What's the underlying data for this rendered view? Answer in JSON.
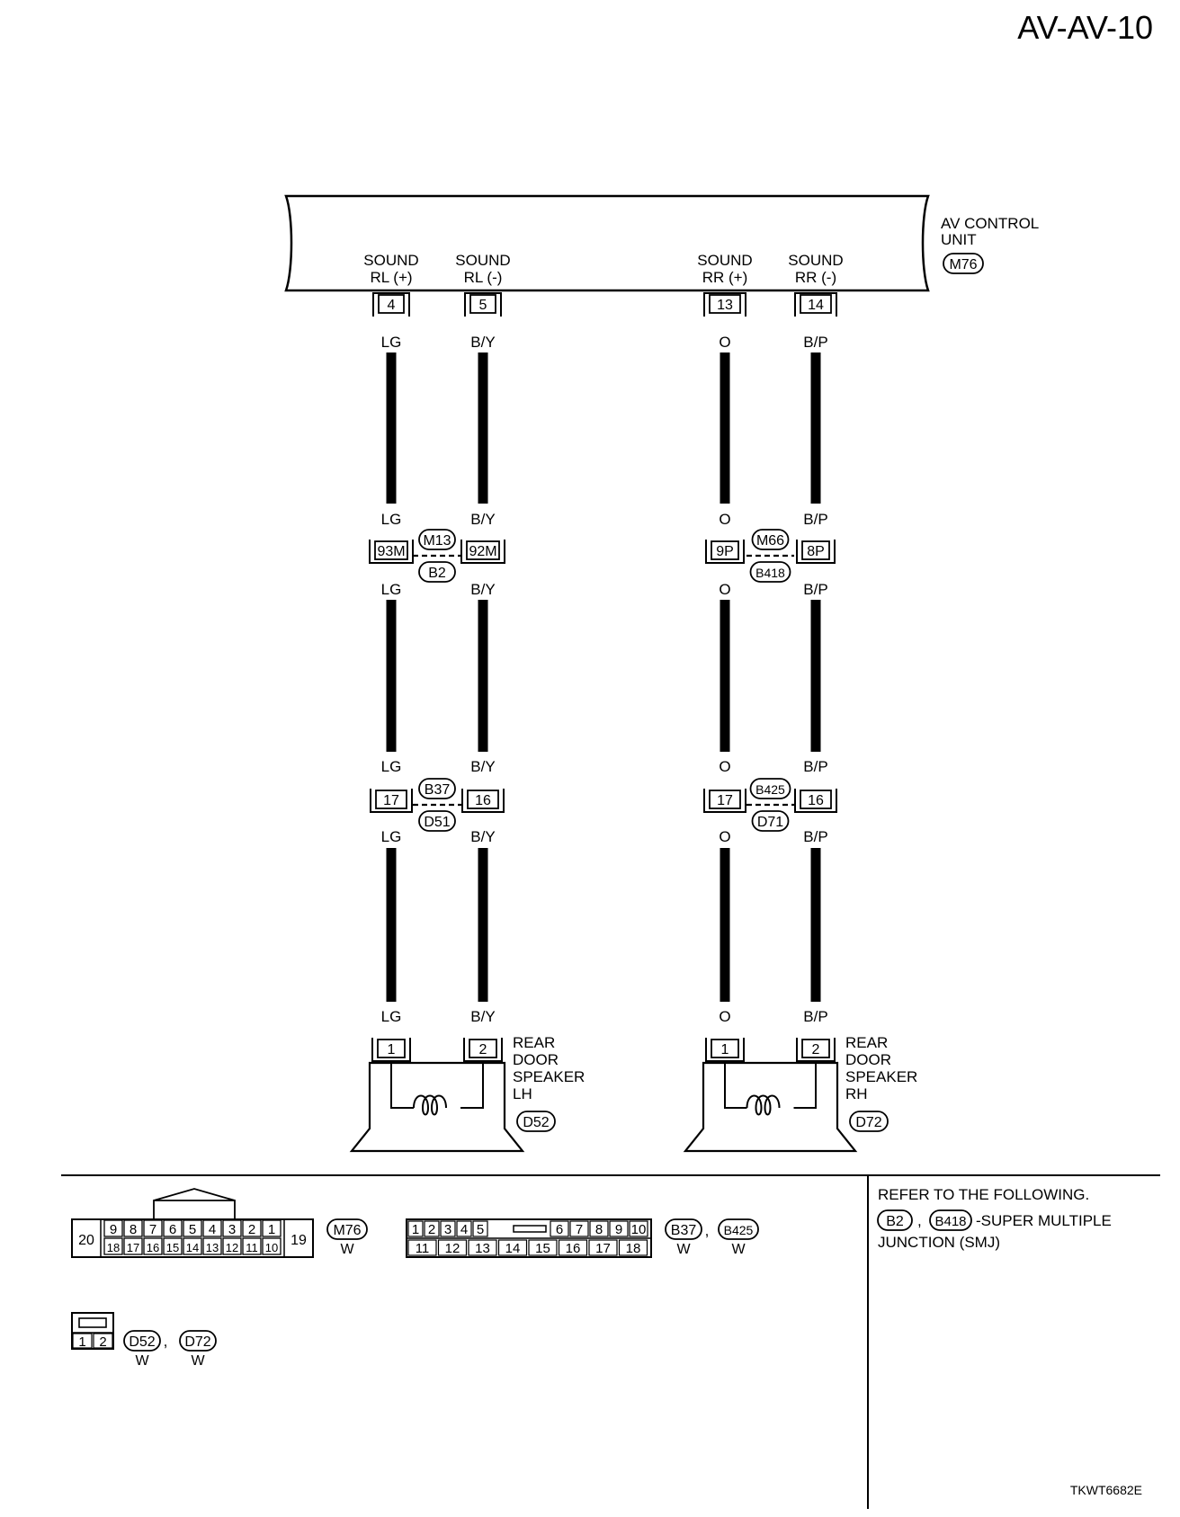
{
  "page_id": "AV-AV-10",
  "figure_code": "TKWT6682E",
  "unit": {
    "name_line1": "AV CONTROL",
    "name_line2": "UNIT",
    "connector": "M76"
  },
  "circuits": [
    {
      "key": "rl_pos",
      "label1": "SOUND",
      "label2": "RL (+)",
      "terminal": "4",
      "wire": "LG",
      "joint1_term": "93M",
      "joint2_term": "17",
      "speaker_term": "1"
    },
    {
      "key": "rl_neg",
      "label1": "SOUND",
      "label2": "RL (-)",
      "terminal": "5",
      "wire": "B/Y",
      "joint1_term": "92M",
      "joint2_term": "16",
      "speaker_term": "2"
    },
    {
      "key": "rr_pos",
      "label1": "SOUND",
      "label2": "RR (+)",
      "terminal": "13",
      "wire": "O",
      "joint1_term": "9P",
      "joint2_term": "17",
      "speaker_term": "1"
    },
    {
      "key": "rr_neg",
      "label1": "SOUND",
      "label2": "RR (-)",
      "terminal": "14",
      "wire": "B/P",
      "joint1_term": "8P",
      "joint2_term": "16",
      "speaker_term": "2"
    }
  ],
  "joints": {
    "left_upper_top": "M13",
    "left_upper_bottom": "B2",
    "right_upper_top": "M66",
    "right_upper_bottom": "B418",
    "left_lower_top": "B37",
    "left_lower_bottom": "D51",
    "right_lower_top": "B425",
    "right_lower_bottom": "D71"
  },
  "speakers": [
    {
      "lines": [
        "REAR",
        "DOOR",
        "SPEAKER",
        "LH"
      ],
      "connector": "D52"
    },
    {
      "lines": [
        "REAR",
        "DOOR",
        "SPEAKER",
        "RH"
      ],
      "connector": "D72"
    }
  ],
  "legend": {
    "m76": {
      "top_row": [
        "9",
        "8",
        "7",
        "6",
        "5",
        "4",
        "3",
        "2",
        "1"
      ],
      "bottom_row": [
        "18",
        "17",
        "16",
        "15",
        "14",
        "13",
        "12",
        "11",
        "10"
      ],
      "left_pin": "20",
      "right_pin": "19",
      "connector": "M76",
      "color": "W"
    },
    "b37": {
      "top_left": [
        "1",
        "2",
        "3",
        "4",
        "5"
      ],
      "top_right": [
        "6",
        "7",
        "8",
        "9",
        "10"
      ],
      "bottom": [
        "11",
        "12",
        "13",
        "14",
        "15",
        "16",
        "17",
        "18"
      ],
      "connectors": [
        "B37",
        "B425"
      ],
      "colors": [
        "W",
        "W"
      ],
      "separator": ","
    },
    "d52": {
      "pins": [
        "1",
        "2"
      ],
      "connectors": [
        "D52",
        "D72"
      ],
      "colors": [
        "W",
        "W"
      ],
      "separator": ","
    }
  },
  "refer": {
    "heading": "REFER TO THE FOLLOWING.",
    "connectors": [
      "B2",
      "B418"
    ],
    "separator": ",",
    "desc1": "-SUPER MULTIPLE",
    "desc2": "JUNCTION (SMJ)"
  }
}
